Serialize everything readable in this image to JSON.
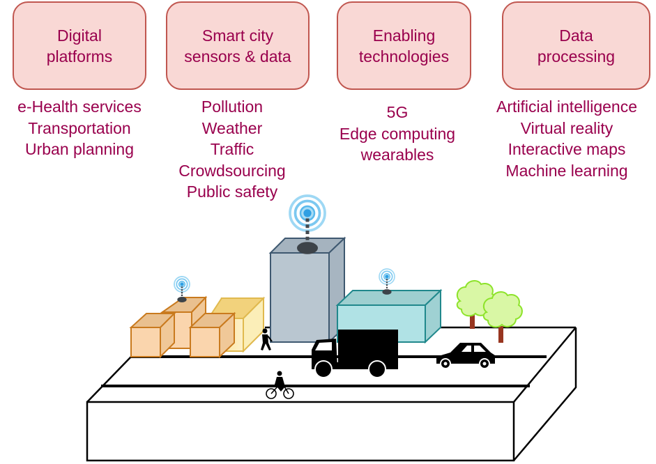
{
  "categories": [
    {
      "id": "digital-platforms",
      "title_lines": [
        "Digital",
        "platforms"
      ],
      "items": [
        "e-Health services",
        "Transportation",
        "Urban planning"
      ]
    },
    {
      "id": "smart-city-sensors",
      "title_lines": [
        "Smart city",
        "sensors & data"
      ],
      "items": [
        "Pollution",
        "Weather",
        "Traffic",
        "Crowdsourcing",
        "Public safety"
      ]
    },
    {
      "id": "enabling-technologies",
      "title_lines": [
        "Enabling",
        "technologies"
      ],
      "items": [
        "5G",
        "Edge computing",
        "wearables"
      ]
    },
    {
      "id": "data-processing",
      "title_lines": [
        "Data",
        "processing"
      ],
      "items": [
        "Artificial intelligence",
        "Virtual reality",
        "Interactive maps",
        "Machine learning"
      ]
    }
  ],
  "scene": {
    "elements": [
      "platform",
      "road",
      "small-buildings",
      "tall-tower",
      "teal-building",
      "antennas",
      "trees",
      "truck",
      "car",
      "pedestrian",
      "cyclist"
    ]
  },
  "colors": {
    "box_fill": "#f9d8d5",
    "box_border": "#c0564f",
    "text": "#99004d",
    "orange_building": "#fad5ad",
    "yellow_building": "#fde595",
    "tower": "#b9c6d0",
    "teal_building": "#b0e2e5",
    "tree": "#d9f7a5",
    "tree_outline": "#8de32a",
    "trunk": "#983620"
  }
}
